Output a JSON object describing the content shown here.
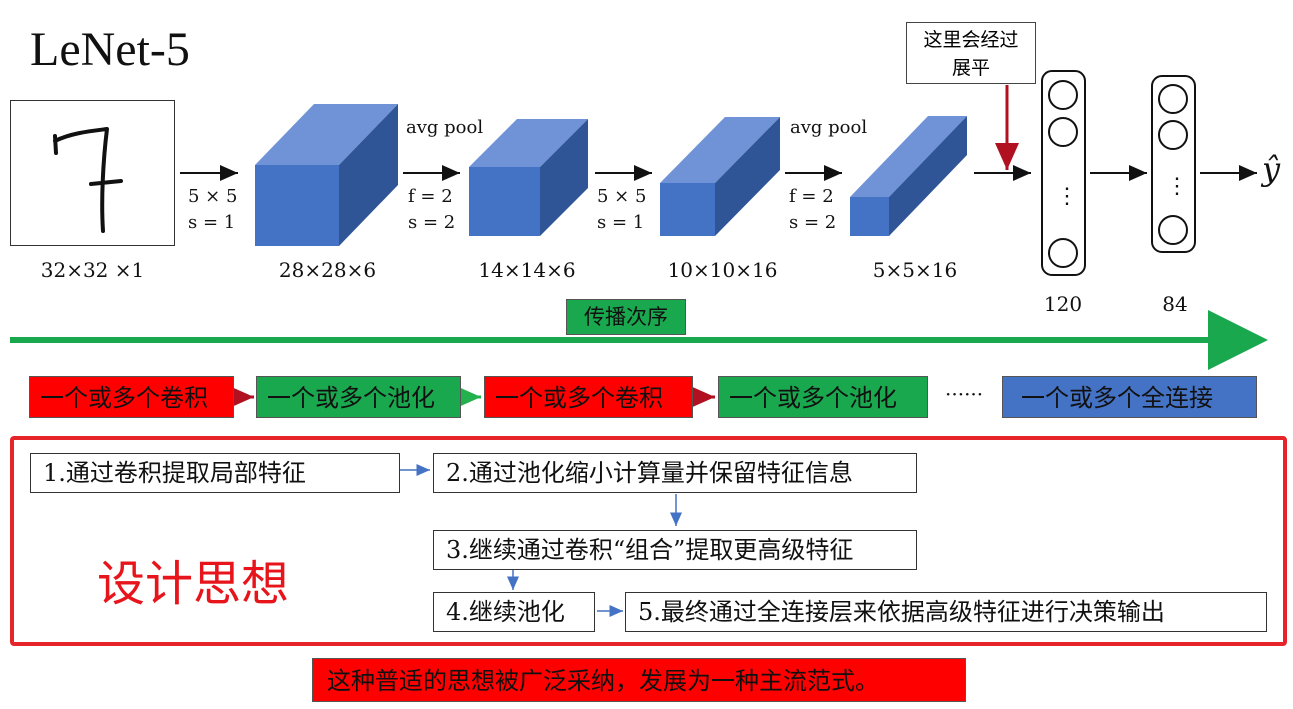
{
  "title": "LeNet-5",
  "input": {
    "label": "32×32 ×1",
    "digit": "7"
  },
  "layers": [
    {
      "dims": "28×28×6"
    },
    {
      "dims": "14×14×6"
    },
    {
      "dims": "10×10×16"
    },
    {
      "dims": "5×5×16"
    }
  ],
  "ops": [
    {
      "top": "",
      "line1": "5 × 5",
      "line2": "s = 1"
    },
    {
      "top": "avg pool",
      "line1": "f = 2",
      "line2": "s = 2"
    },
    {
      "top": "",
      "line1": "5 × 5",
      "line2": "s = 1"
    },
    {
      "top": "avg pool",
      "line1": "f = 2",
      "line2": "s = 2"
    }
  ],
  "flatten_note": {
    "line1": "这里会经过",
    "line2": "展平"
  },
  "fc_layers": [
    {
      "size": "120",
      "ellipsis": "⋮"
    },
    {
      "size": "84",
      "ellipsis": "⋮"
    }
  ],
  "output": "ŷ",
  "propagation_label": "传播次序",
  "stages": [
    {
      "label": "一个或多个卷积",
      "kind": "conv"
    },
    {
      "label": "一个或多个池化",
      "kind": "pool"
    },
    {
      "label": "一个或多个卷积",
      "kind": "conv"
    },
    {
      "label": "一个或多个池化",
      "kind": "pool"
    },
    {
      "label": "一个或多个全连接",
      "kind": "fc"
    }
  ],
  "stage_ellipsis": "······",
  "design": {
    "heading": "设计思想",
    "steps": [
      "1.通过卷积提取局部特征",
      "2.通过池化缩小计算量并保留特征信息",
      "3.继续通过卷积“组合”提取更高级特征",
      "4.继续池化",
      "5.最终通过全连接层来依据高级特征进行决策输出"
    ]
  },
  "banner": "这种普适的思想被广泛采纳，发展为一种主流范式。",
  "colors": {
    "cube_front": "#4472c4",
    "cube_top": "#6f93d6",
    "cube_side": "#2f5597",
    "conv": "#ff0000",
    "pool": "#1aa84f",
    "fc": "#4472c4",
    "frame": "#e6252b"
  }
}
